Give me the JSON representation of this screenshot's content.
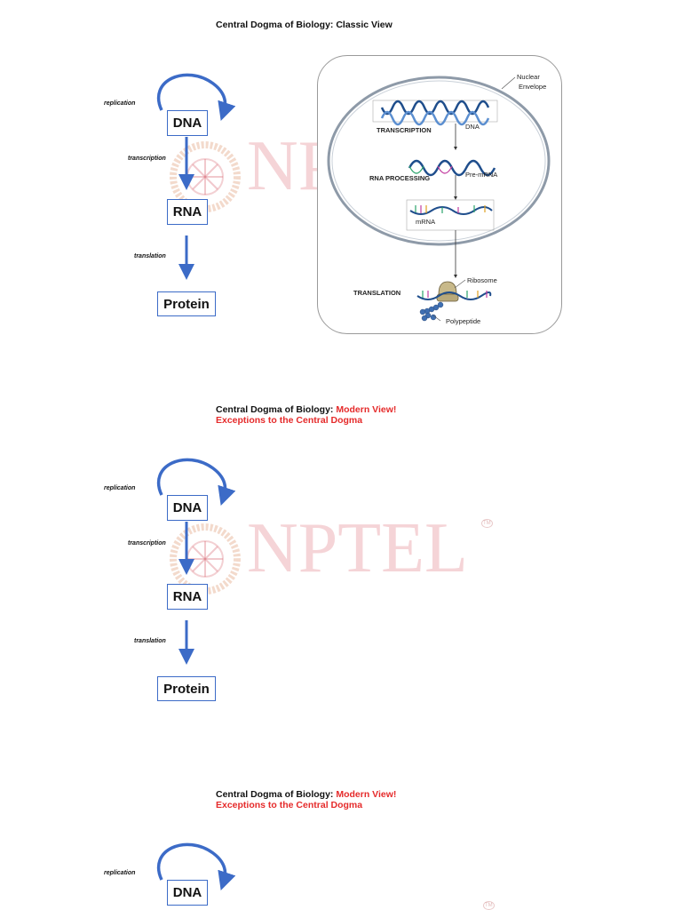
{
  "section1": {
    "title": "Central Dogma of Biology: Classic View",
    "labels": {
      "replication": "replication",
      "transcription": "transcription",
      "translation": "translation"
    },
    "boxes": {
      "dna": "DNA",
      "rna": "RNA",
      "protein": "Protein"
    }
  },
  "figure": {
    "nuclear_envelope": [
      "Nuclear",
      "Envelope"
    ],
    "dna": "DNA",
    "transcription": "TRANSCRIPTION",
    "pre_mrna": "Pre-mRNA",
    "rna_processing": "RNA PROCESSING",
    "mrna": "mRNA",
    "ribosome": "Ribosome",
    "translation": "TRANSLATION",
    "polypeptide": "Polypeptide"
  },
  "section2": {
    "title_prefix": "Central Dogma of Biology: ",
    "title_highlight": "Modern View!",
    "subtitle": "Exceptions to the Central Dogma",
    "labels": {
      "replication": "replication",
      "transcription": "transcription",
      "translation": "translation"
    },
    "boxes": {
      "dna": "DNA",
      "rna": "RNA",
      "protein": "Protein"
    }
  },
  "section3": {
    "title_prefix": "Central Dogma of Biology: ",
    "title_highlight": "Modern View!",
    "subtitle": "Exceptions to the Central Dogma",
    "labels": {
      "replication": "replication"
    },
    "boxes": {
      "dna": "DNA"
    }
  },
  "watermark": {
    "text1": "NPT",
    "text2": "NPTEL",
    "tm": "TM"
  },
  "colors": {
    "arrow": "#3c6bc7",
    "highlight": "#e52b2b",
    "watermark": "#dc646e"
  }
}
